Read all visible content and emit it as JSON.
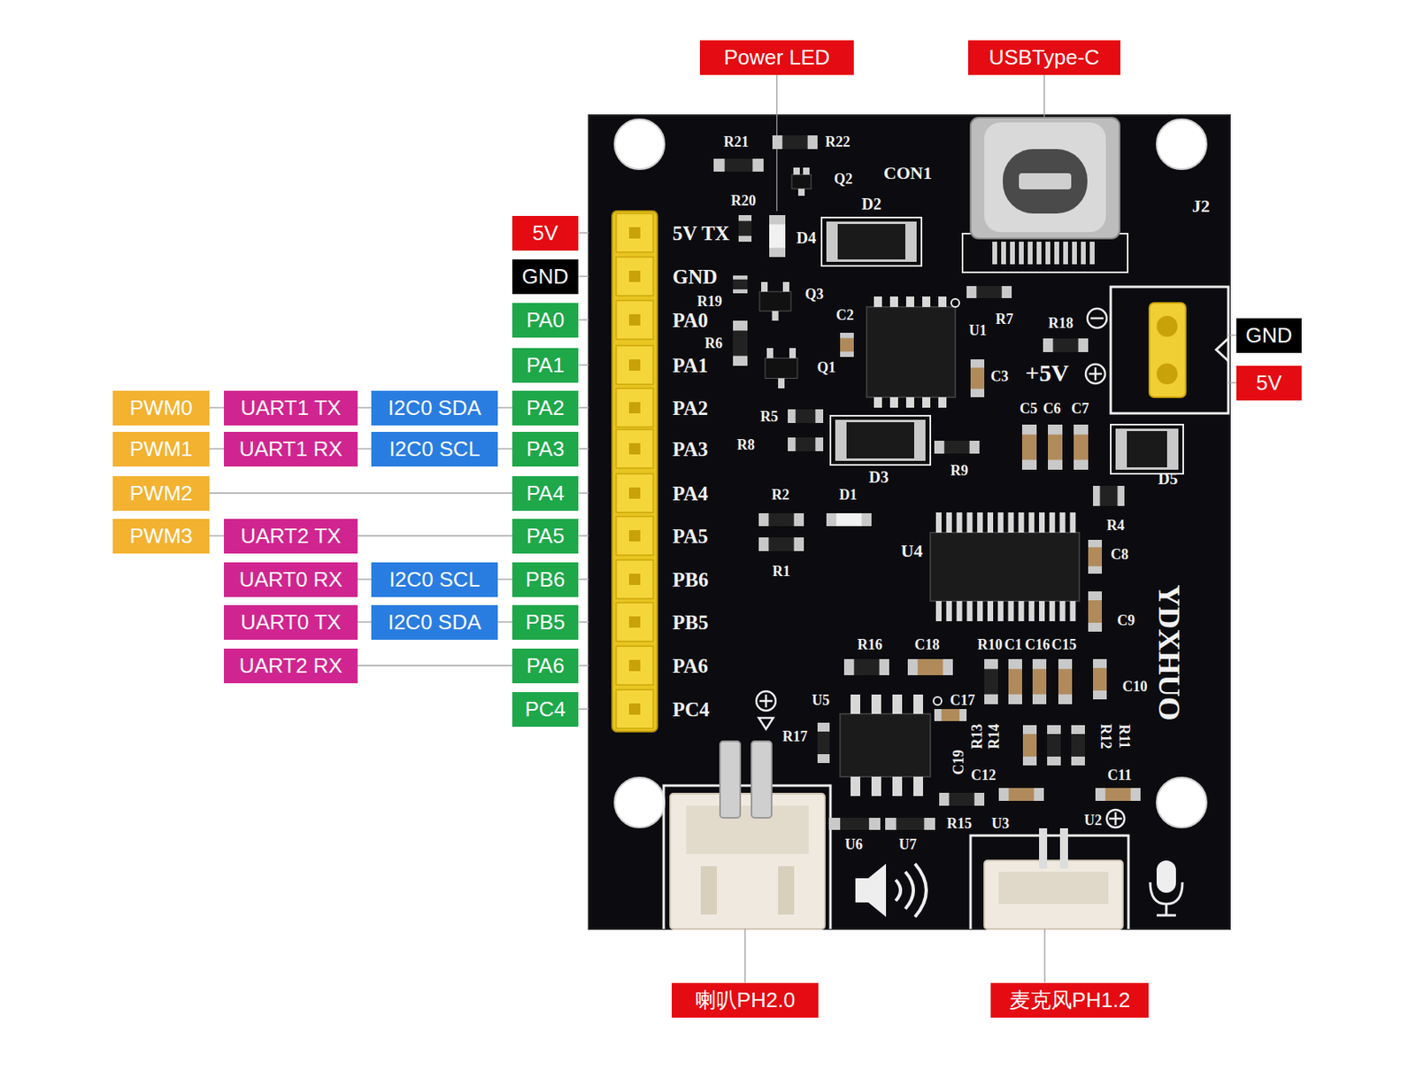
{
  "diagram": {
    "nodes": [
      {
        "text": [
          "Power LED"
        ]
      },
      {
        "text": [
          "USBType-C"
        ]
      },
      {
        "text": [
          "5V"
        ]
      },
      {
        "text": [
          "GND"
        ]
      },
      {
        "text": [
          "PA0"
        ]
      },
      {
        "text": [
          "PA1"
        ]
      },
      {
        "text": [
          "PWM0"
        ]
      },
      {
        "text": [
          "UART1 TX"
        ]
      },
      {
        "text": [
          "I2C0 SDA"
        ]
      },
      {
        "text": [
          "PA2"
        ]
      },
      {
        "text": [
          "PWM1"
        ]
      },
      {
        "text": [
          "UART1 RX"
        ]
      },
      {
        "text": [
          "I2C0 SCL"
        ]
      },
      {
        "text": [
          "PA3"
        ]
      },
      {
        "text": [
          "PWM2"
        ]
      },
      {
        "text": [
          "PA4"
        ]
      },
      {
        "text": [
          "PWM3"
        ]
      },
      {
        "text": [
          "UART2 TX"
        ]
      },
      {
        "text": [
          "PA5"
        ]
      },
      {
        "text": [
          "UART0 RX"
        ]
      },
      {
        "text": [
          "I2C0 SCL"
        ]
      },
      {
        "text": [
          "PB6"
        ]
      },
      {
        "text": [
          "UART0 TX"
        ]
      },
      {
        "text": [
          "I2C0 SDA"
        ]
      },
      {
        "text": [
          "PB5"
        ]
      },
      {
        "text": [
          "UART2 RX"
        ]
      },
      {
        "text": [
          "PA6"
        ]
      },
      {
        "text": [
          "PC4"
        ]
      },
      {
        "text": [
          "GND"
        ]
      },
      {
        "text": [
          "5V"
        ]
      },
      {
        "text": [
          "喇叭PH2.0"
        ]
      },
      {
        "text": [
          "麦克风PH1.2"
        ]
      }
    ],
    "edges": [
      {
        "from": 6,
        "to": 7,
        "arrow": "none"
      },
      {
        "from": 7,
        "to": 8,
        "arrow": "none"
      },
      {
        "from": 8,
        "to": 9,
        "arrow": "none"
      },
      {
        "from": 10,
        "to": 11,
        "arrow": "none"
      },
      {
        "from": 11,
        "to": 12,
        "arrow": "none"
      },
      {
        "from": 12,
        "to": 13,
        "arrow": "none"
      },
      {
        "from": 14,
        "to": 15,
        "arrow": "none"
      },
      {
        "from": 16,
        "to": 17,
        "arrow": "none"
      },
      {
        "from": 17,
        "to": 18,
        "arrow": "none"
      },
      {
        "from": 19,
        "to": 20,
        "arrow": "none"
      },
      {
        "from": 20,
        "to": 21,
        "arrow": "none"
      },
      {
        "from": 22,
        "to": 23,
        "arrow": "none"
      },
      {
        "from": 23,
        "to": 24,
        "arrow": "none"
      },
      {
        "from": 25,
        "to": 26,
        "arrow": "none"
      }
    ],
    "labels": [
      "5V TX",
      "GND",
      "PA0",
      "PA1",
      "PA2",
      "PA3",
      "PA4",
      "PA5",
      "PB6",
      "PB5",
      "PA6",
      "PC4",
      "R21",
      "R22",
      "Q2",
      "CON1",
      "R20",
      "D2",
      "D4",
      "J2",
      "R19",
      "Q3",
      "C2",
      "U1",
      "R7",
      "R18",
      "R6",
      "Q1",
      "C3",
      "+5V",
      "R5",
      "R8",
      "D3",
      "R9",
      "C5",
      "C6",
      "C7",
      "D5",
      "R2",
      "D1",
      "R4",
      "U4",
      "C8",
      "R1",
      "C9",
      "YDXHUO",
      "R16",
      "C18",
      "R10",
      "C1",
      "C16",
      "C15",
      "C10",
      "U5",
      "C17",
      "R17",
      "R13",
      "R14",
      "R12",
      "R11",
      "C19",
      "C12",
      "C11",
      "R15",
      "U3",
      "U2",
      "U6",
      "U7"
    ]
  }
}
